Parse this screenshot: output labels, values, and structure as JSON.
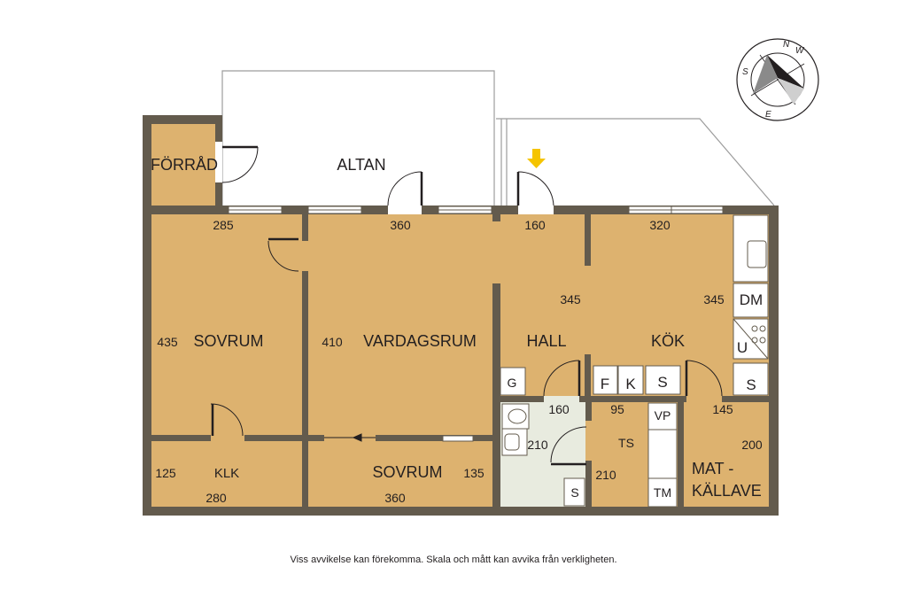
{
  "rooms": {
    "forrad": "FÖRRÅD",
    "altan": "ALTAN",
    "sovrum1": "SOVRUM",
    "vardagsrum": "VARDAGSRUM",
    "hall": "HALL",
    "kok": "KÖK",
    "klk": "KLK",
    "sovrum2": "SOVRUM",
    "ts": "TS",
    "matkallave_1": "MAT -",
    "matkallave_2": "KÄLLAVE"
  },
  "dimensions": {
    "sovrum1_w": "285",
    "sovrum1_h": "435",
    "vardagsrum_w": "360",
    "vardagsrum_h": "410",
    "hall_w": "160",
    "hall_h": "345",
    "kok_w": "320",
    "kok_h": "345",
    "bath_w": "160",
    "bath_h": "210",
    "ts_w": "95",
    "ts_h": "210",
    "mat_w": "145",
    "mat_h": "200",
    "klk_h": "125",
    "klk_w": "280",
    "sovrum2_w": "360",
    "sovrum2_h": "135"
  },
  "fixtures": {
    "dm": "DM",
    "u": "U",
    "s_kok": "S",
    "f": "F",
    "k": "K",
    "s_counter": "S",
    "g": "G",
    "s_bath": "S",
    "vp": "VP",
    "tm": "TM"
  },
  "compass": {
    "n": "N",
    "s": "S",
    "w": "W",
    "e": "E"
  },
  "disclaimer": "Viss avvikelse kan förekomma. Skala och mått kan avvika från verkligheten.",
  "colors": {
    "floor": "#ddb26f",
    "wall": "#635b4d",
    "bath_floor": "#e8ebdf",
    "entrance_arrow": "#f5c400"
  }
}
